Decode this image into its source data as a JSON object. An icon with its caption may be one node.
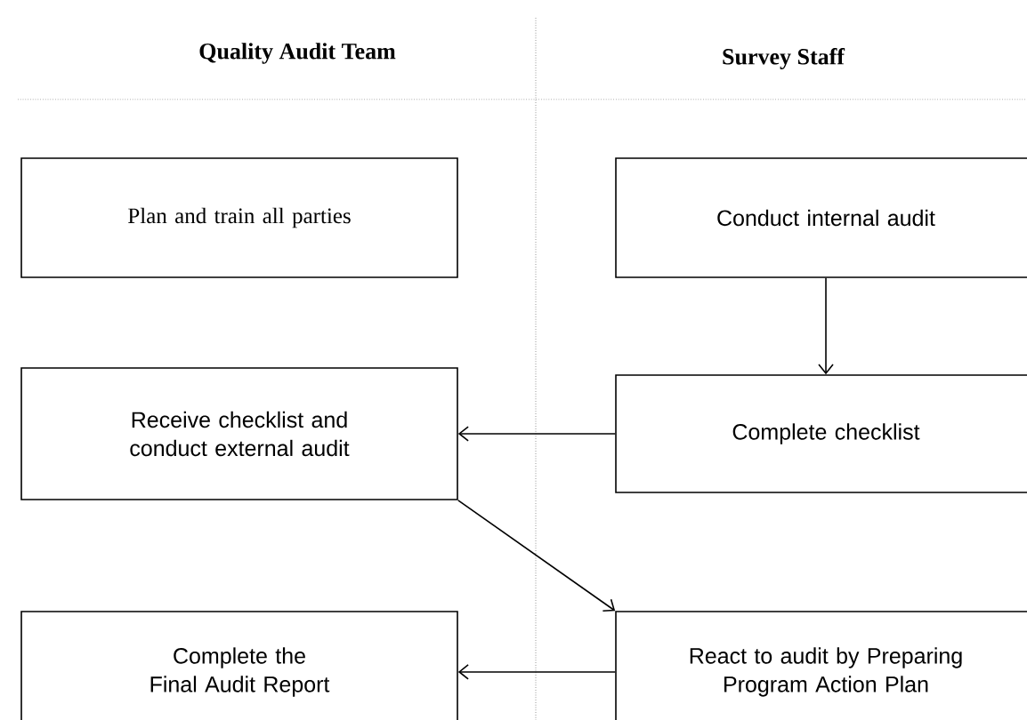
{
  "diagram": {
    "nodes": [
      {
        "text": [
          "Plan and train all parties"
        ]
      },
      {
        "text": [
          "Conduct internal audit"
        ]
      },
      {
        "text": [
          "Receive checklist and conduct external audit"
        ]
      },
      {
        "text": [
          "Complete checklist"
        ]
      },
      {
        "text": [
          "Complete the Final Audit Report"
        ]
      },
      {
        "text": [
          "React to audit by Preparing Program Action Plan"
        ]
      }
    ],
    "edges": [
      {
        "from": 1,
        "to": 3,
        "arrow": "to"
      },
      {
        "from": 3,
        "to": 2,
        "arrow": "to"
      },
      {
        "from": 2,
        "to": 5,
        "arrow": "to"
      },
      {
        "from": 5,
        "to": 4,
        "arrow": "to"
      }
    ],
    "labels": [
      "Quality Audit Team",
      "Survey Staff"
    ]
  }
}
